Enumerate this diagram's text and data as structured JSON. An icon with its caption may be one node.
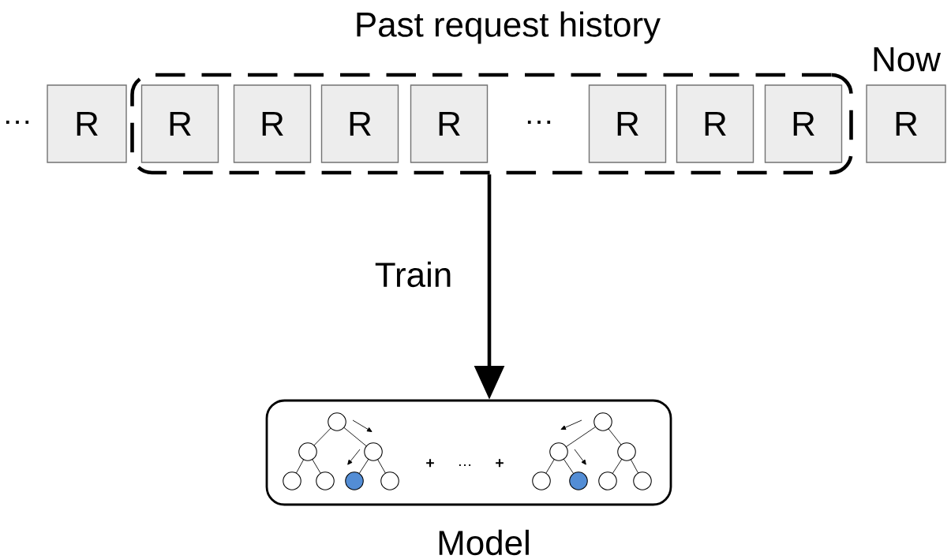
{
  "diagram": {
    "nodes": [
      {
        "text": [
          "Past request history"
        ]
      },
      {
        "text": [
          "R"
        ]
      },
      {
        "text": [
          "R"
        ],
        "in": 0
      },
      {
        "text": [
          "R"
        ],
        "in": 0
      },
      {
        "text": [
          "R"
        ],
        "in": 0
      },
      {
        "text": [
          "R"
        ],
        "in": 0
      },
      {
        "text": [
          "R"
        ],
        "in": 0
      },
      {
        "text": [
          "R"
        ],
        "in": 0
      },
      {
        "text": [
          "R"
        ],
        "in": 0
      },
      {
        "text": [
          "R"
        ],
        "beside": [
          "Now"
        ]
      },
      {
        "text": [
          "Model"
        ]
      }
    ],
    "edges": [
      {
        "from": 0,
        "to": 10,
        "arrow": "to",
        "label": "Train"
      }
    ],
    "labels": [
      "…",
      "…",
      "+",
      "…",
      "+"
    ]
  }
}
